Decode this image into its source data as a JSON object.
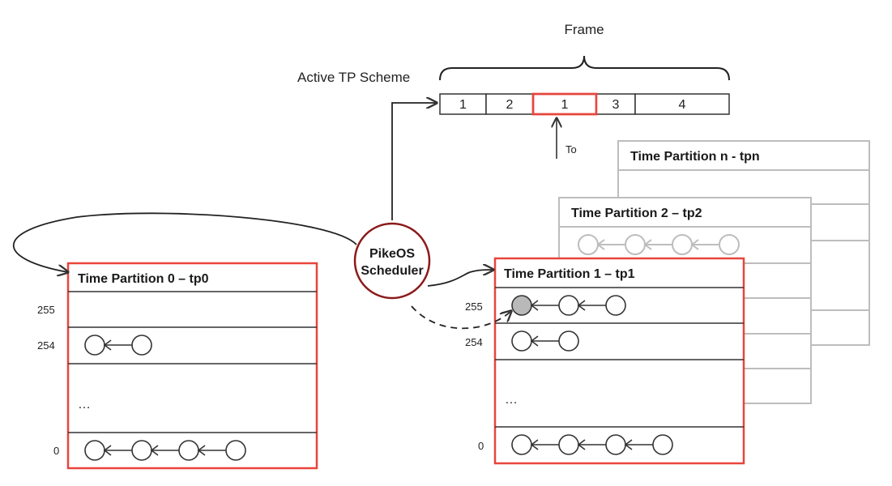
{
  "frame": {
    "label": "Frame"
  },
  "scheme": {
    "label": "Active TP Scheme",
    "slots": [
      "1",
      "2",
      "1",
      "3",
      "4"
    ],
    "active_slot_index": 2
  },
  "pointer": {
    "label": "To"
  },
  "scheduler": {
    "line1": "PikeOS",
    "line2": "Scheduler"
  },
  "partitions": {
    "tpn": {
      "title": "Time Partition n - tpn"
    },
    "tp2": {
      "title": "Time Partition 2 – tp2"
    },
    "tp1": {
      "title": "Time Partition 1 – tp1",
      "rows": [
        {
          "priority": "255",
          "threads": 3,
          "active_thread": 0
        },
        {
          "priority": "254",
          "threads": 2
        },
        {
          "priority": "",
          "ellipsis": "…"
        },
        {
          "priority": "0",
          "threads": 4
        }
      ]
    },
    "tp0": {
      "title": "Time Partition 0 – tp0",
      "rows": [
        {
          "priority": "255",
          "threads": 0
        },
        {
          "priority": "254",
          "threads": 2
        },
        {
          "priority": "",
          "ellipsis": "…"
        },
        {
          "priority": "0",
          "threads": 4
        }
      ]
    }
  },
  "colors": {
    "active_red": "#e8453c",
    "scheduler_ring": "#8b1a1a",
    "faded_gray": "#bdbdbd",
    "line_dark": "#333333",
    "active_thread_fill": "#b9b9b9"
  }
}
